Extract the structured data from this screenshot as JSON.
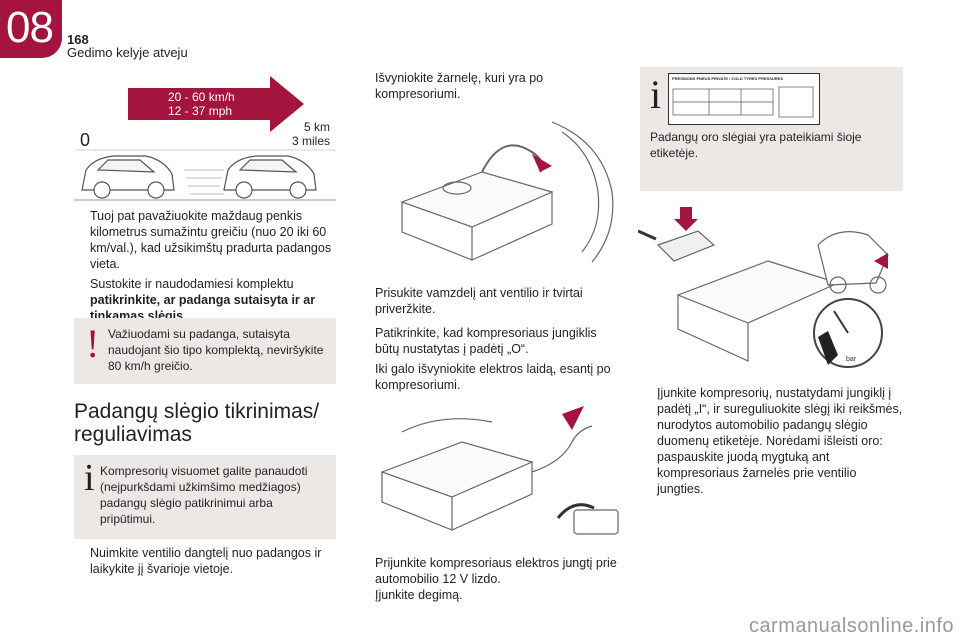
{
  "header": {
    "chapter": "08",
    "page_number": "168",
    "section_title": "Gedimo kelyje atveju"
  },
  "speed_figure": {
    "speed_kmh": "20 - 60 km/h",
    "speed_mph": "12 - 37 mph",
    "start": "0",
    "dist_km": "5 km",
    "dist_miles": "3 miles"
  },
  "col1": {
    "bullets": [
      "Tuoj pat pavažiuokite maždaug penkis kilometrus sumažintu greičiu (nuo 20 iki 60 km/val.), kad užsikimštų pradurta padangos vieta.",
      "Sustokite ir naudodamiesi komplektu "
    ],
    "bullet2_bold": "patikrinkite, ar padanga sutaisyta ir ar tinkamas slėgis",
    "bullet2_end": ".",
    "warning": "Važiuodami su padanga, sutaisyta naudojant šio tipo komplektą, neviršykite 80 km/h greičio.",
    "heading": "Padangų slėgio tikrinimas/ reguliavimas",
    "info": "Kompresorių visuomet galite panaudoti (neįpurkšdami užkimšimo medžiagos) padangų slėgio patikrinimui arba pripūtimui.",
    "bottom_bullet": "Nuimkite ventilio dangtelį nuo padangos ir laikykite jį švarioje vietoje."
  },
  "col2": {
    "top_bullet": "Išvyniokite žarnelę, kuri yra po kompresoriumi.",
    "mid_bullets": [
      "Prisukite vamzdelį ant ventilio ir tvirtai priveržkite.",
      "Patikrinkite, kad kompresoriaus jungiklis būtų nustatytas į padėtį „O“.",
      "Iki galo išvyniokite elektros laidą, esantį po kompresoriumi."
    ],
    "bottom_bullets": [
      "Prijunkite kompresoriaus elektros jungtį prie automobilio 12 V lizdo.",
      "Įjunkite degimą."
    ]
  },
  "col3": {
    "panel_text": "Padangų oro slėgiai yra pateikiami šioje etiketėje.",
    "label_heading": "PRESSIONS PNEUS PRIVATE / COLD TYRES PRESSURES",
    "gauge_unit": "bar",
    "bullet": "Įjunkite kompresorių, nustatydami jungiklį į padėtį „I“, ir sureguliuokite slėgį iki reikšmės, nurodytos automobilio padangų slėgio duomenų etiketėje. Norėdami išleisti oro: paspauskite juodą mygtuką ant kompresoriaus žarnelės prie ventilio jungties."
  },
  "bullet_glyph": "",
  "footer": "carmanualsonline.info",
  "colors": {
    "brand": "#a3143f",
    "panel": "#ebe8e5"
  }
}
